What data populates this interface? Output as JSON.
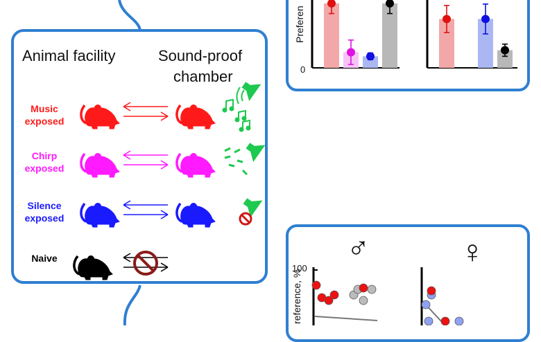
{
  "panel": {
    "header_left": "Animal facility",
    "header_right_line1": "Sound-proof",
    "header_right_line2": "chamber"
  },
  "groups": [
    {
      "line1": "Music",
      "line2": "exposed",
      "color": "#ff1a1a"
    },
    {
      "line1": "Chirp",
      "line2": "exposed",
      "color": "#ff1aff"
    },
    {
      "line1": "Silence",
      "line2": "exposed",
      "color": "#1a1aff"
    },
    {
      "line1": "Naive",
      "line2": "",
      "color": "#000000"
    }
  ],
  "colors": {
    "panel_border": "#2f7fd1",
    "speaker": "#1ec94f",
    "no_symbol": "#8b1a1a"
  },
  "top_chart": {
    "ylabel": "Preferen",
    "ytick_0": "0",
    "left": {
      "bars": [
        {
          "group": "music",
          "value": 95,
          "err": 15,
          "color": "#f2a8a8",
          "dot": "#e01010"
        },
        {
          "group": "chirp",
          "value": 23,
          "err": 18,
          "color": "#f7c3f7",
          "dot": "#e010e0"
        },
        {
          "group": "silence",
          "value": 17,
          "err": 5,
          "color": "#aab7f2",
          "dot": "#1010e0"
        },
        {
          "group": "naive",
          "value": 95,
          "err": 15,
          "color": "#b8b8b8",
          "dot": "#000000"
        }
      ]
    },
    "right": {
      "bars": [
        {
          "group": "music",
          "value": 72,
          "err": 20,
          "color": "#f2a8a8",
          "dot": "#e01010"
        },
        {
          "group": "silence",
          "value": 72,
          "err": 22,
          "color": "#aab7f2",
          "dot": "#1010e0"
        },
        {
          "group": "naive",
          "value": 26,
          "err": 9,
          "color": "#b8b8b8",
          "dot": "#000000"
        }
      ]
    },
    "ylim": [
      0,
      100
    ]
  },
  "bottom_chart": {
    "ylabel": "reference, %",
    "ytick_100": "100",
    "male_symbol": "♂",
    "female_symbol": "♀"
  }
}
